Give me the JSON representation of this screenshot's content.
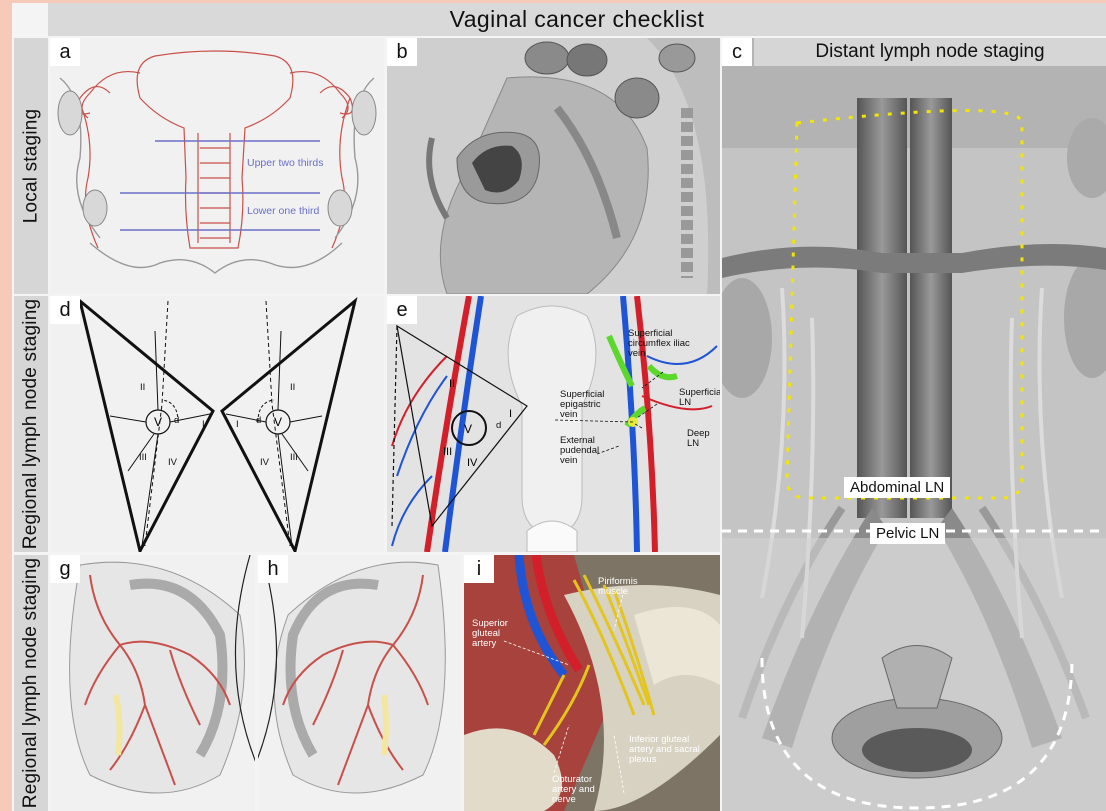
{
  "title": "Vaginal cancer checklist",
  "row_labels": {
    "local": "Local staging",
    "regional_1": "Regional lymph node staging",
    "regional_2": "Regional lymph node staging"
  },
  "panels": {
    "a": {
      "letter": "a",
      "upper": "Upper two thirds",
      "lower": "Lower one third"
    },
    "b": {
      "letter": "b"
    },
    "c": {
      "letter": "c",
      "title": "Distant lymph node staging",
      "abdominal": "Abdominal LN",
      "pelvic": "Pelvic LN"
    },
    "d": {
      "letter": "d",
      "II": "II",
      "III": "III",
      "IV": "IV",
      "I": "I",
      "V": "V",
      "d": "d"
    },
    "e": {
      "letter": "e",
      "circumflex": "Superficial circumflex iliac vein",
      "epigastric": "Superficial epigastric vein",
      "sup_ln": "Superficial LN",
      "deep_ln": "Deep LN",
      "pudendal": "External pudendal vein",
      "II": "II",
      "III": "III",
      "IV": "IV",
      "I": "I",
      "V": "V",
      "d": "d"
    },
    "g": {
      "letter": "g"
    },
    "h": {
      "letter": "h"
    },
    "i": {
      "letter": "i",
      "piriformis": "Piriformis muscle",
      "superior": "Superior gluteal artery",
      "obturator": "Obturator artery and nerve",
      "inferior": "Inferior gluteal artery and sacral plexus"
    }
  },
  "colors": {
    "accent": "#f6c9b8",
    "line_red": "#c8504a",
    "line_blue": "#6b6fc8",
    "artery": "#d21f2a",
    "vein": "#1f55d4",
    "dotted_yellow": "#f2e600",
    "nerve": "#e3c51b"
  }
}
